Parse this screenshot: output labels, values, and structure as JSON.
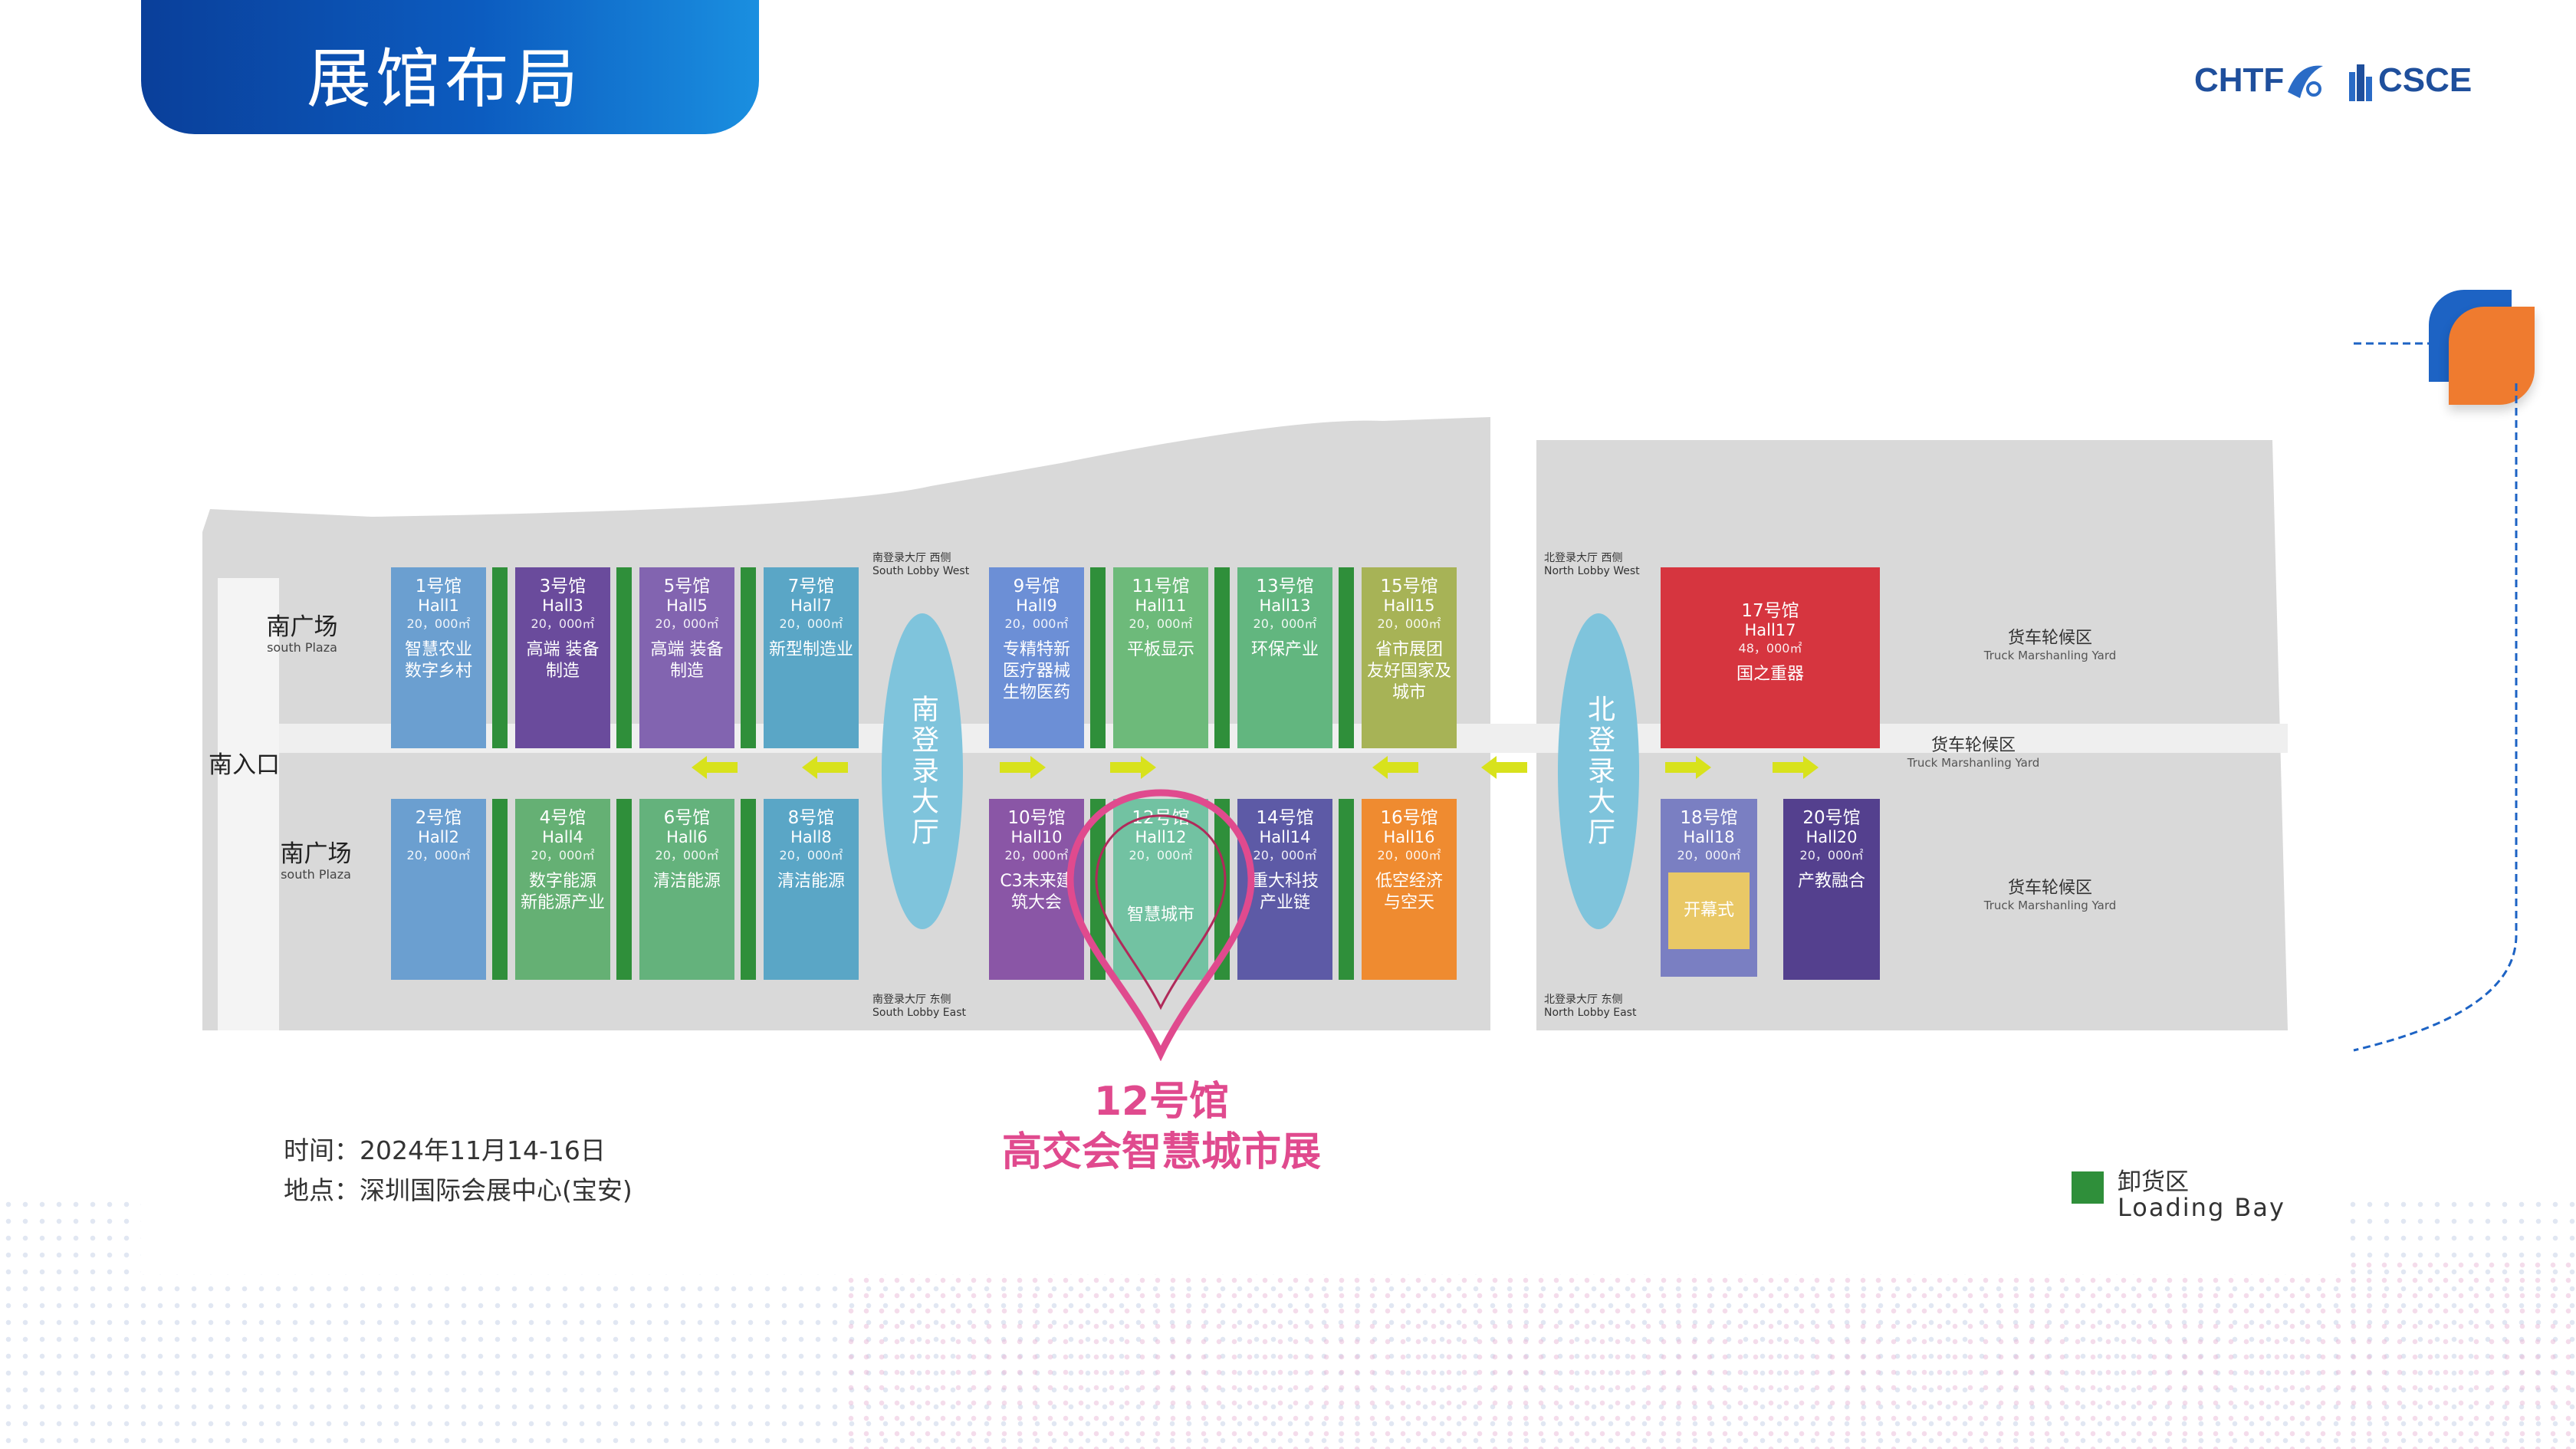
{
  "header": {
    "title": "展馆布局",
    "logo_left": "CHTF",
    "logo_right": "CSCE"
  },
  "colors": {
    "title_bar": "#0c5cc0",
    "accent_pink": "#e04a8e",
    "loading_bay": "#2f8f3a",
    "lobby": "#7fc4dc",
    "arrow": "#d8e21c"
  },
  "plazas": {
    "south_plaza_top": {
      "cn": "南广场",
      "en": "south Plaza"
    },
    "south_plaza_bottom": {
      "cn": "南广场",
      "en": "south Plaza"
    },
    "south_entrance": "南入口"
  },
  "lobbies": {
    "south": {
      "label": "南登录大厅",
      "west_cn": "南登录大厅 西侧",
      "west_en": "South Lobby West",
      "east_cn": "南登录大厅 东侧",
      "east_en": "South Lobby East"
    },
    "north": {
      "label": "北登录大厅",
      "west_cn": "北登录大厅 西侧",
      "west_en": "North Lobby West",
      "east_cn": "北登录大厅 东侧",
      "east_en": "North Lobby East"
    }
  },
  "halls": [
    {
      "cn": "1号馆",
      "en": "Hall1",
      "area": "20，000㎡",
      "theme": "智慧农业 数字乡村",
      "color": "#6b9fd0"
    },
    {
      "cn": "3号馆",
      "en": "Hall3",
      "area": "20，000㎡",
      "theme": "高端 装备制造",
      "color": "#6a4b9c"
    },
    {
      "cn": "5号馆",
      "en": "Hall5",
      "area": "20，000㎡",
      "theme": "高端 装备制造",
      "color": "#8264b0"
    },
    {
      "cn": "7号馆",
      "en": "Hall7",
      "area": "20，000㎡",
      "theme": "新型制造业",
      "color": "#5aa6c6"
    },
    {
      "cn": "9号馆",
      "en": "Hall9",
      "area": "20，000㎡",
      "theme": "专精特新 医疗器械 生物医药",
      "color": "#6c8fd6"
    },
    {
      "cn": "11号馆",
      "en": "Hall11",
      "area": "20，000㎡",
      "theme": "平板显示",
      "color": "#6dba7a"
    },
    {
      "cn": "13号馆",
      "en": "Hall13",
      "area": "20，000㎡",
      "theme": "环保产业",
      "color": "#62b67f"
    },
    {
      "cn": "15号馆",
      "en": "Hall15",
      "area": "20，000㎡",
      "theme": "省市展团 友好国家及城市",
      "color": "#a7b356"
    },
    {
      "cn": "17号馆",
      "en": "Hall17",
      "area": "48，000㎡",
      "theme": "国之重器",
      "color": "#d6353f"
    },
    {
      "cn": "2号馆",
      "en": "Hall2",
      "area": "20，000㎡",
      "theme": "",
      "color": "#6b9fd0"
    },
    {
      "cn": "4号馆",
      "en": "Hall4",
      "area": "20，000㎡",
      "theme": "数字能源 新能源产业",
      "color": "#65b074"
    },
    {
      "cn": "6号馆",
      "en": "Hall6",
      "area": "20，000㎡",
      "theme": "清洁能源",
      "color": "#64b27c"
    },
    {
      "cn": "8号馆",
      "en": "Hall8",
      "area": "20，000㎡",
      "theme": "清洁能源",
      "color": "#5aa6c6"
    },
    {
      "cn": "10号馆",
      "en": "Hall10",
      "area": "20，000㎡",
      "theme": "C3未来建筑大会",
      "color": "#8a56a6"
    },
    {
      "cn": "12号馆",
      "en": "Hall12",
      "area": "20，000㎡",
      "theme": "智慧城市",
      "color": "#72c2a2"
    },
    {
      "cn": "14号馆",
      "en": "Hall14",
      "area": "20，000㎡",
      "theme": "重大科技 产业链",
      "color": "#5d5aa6"
    },
    {
      "cn": "16号馆",
      "en": "Hall16",
      "area": "20，000㎡",
      "theme": "低空经济 与空天",
      "color": "#ef8b30"
    },
    {
      "cn": "18号馆",
      "en": "Hall18",
      "area": "20，000㎡",
      "theme": "开幕式",
      "color": "#7a7fc2"
    },
    {
      "cn": "20号馆",
      "en": "Hall20",
      "area": "20，000㎡",
      "theme": "产教融合",
      "color": "#54408e"
    }
  ],
  "truck_yards": [
    {
      "cn": "货车轮候区",
      "en": "Truck Marshanling Yard"
    },
    {
      "cn": "货车轮候区",
      "en": "Truck Marshanling Yard"
    },
    {
      "cn": "货车轮候区",
      "en": "Truck Marshanling Yard"
    }
  ],
  "highlight": {
    "line1": "12号馆",
    "line2": "高交会智慧城市展"
  },
  "info": {
    "time": "时间：2024年11月14-16日",
    "place": "地点：深圳国际会展中心(宝安)"
  },
  "legend": {
    "cn": "卸货区",
    "en": "Loading Bay"
  }
}
